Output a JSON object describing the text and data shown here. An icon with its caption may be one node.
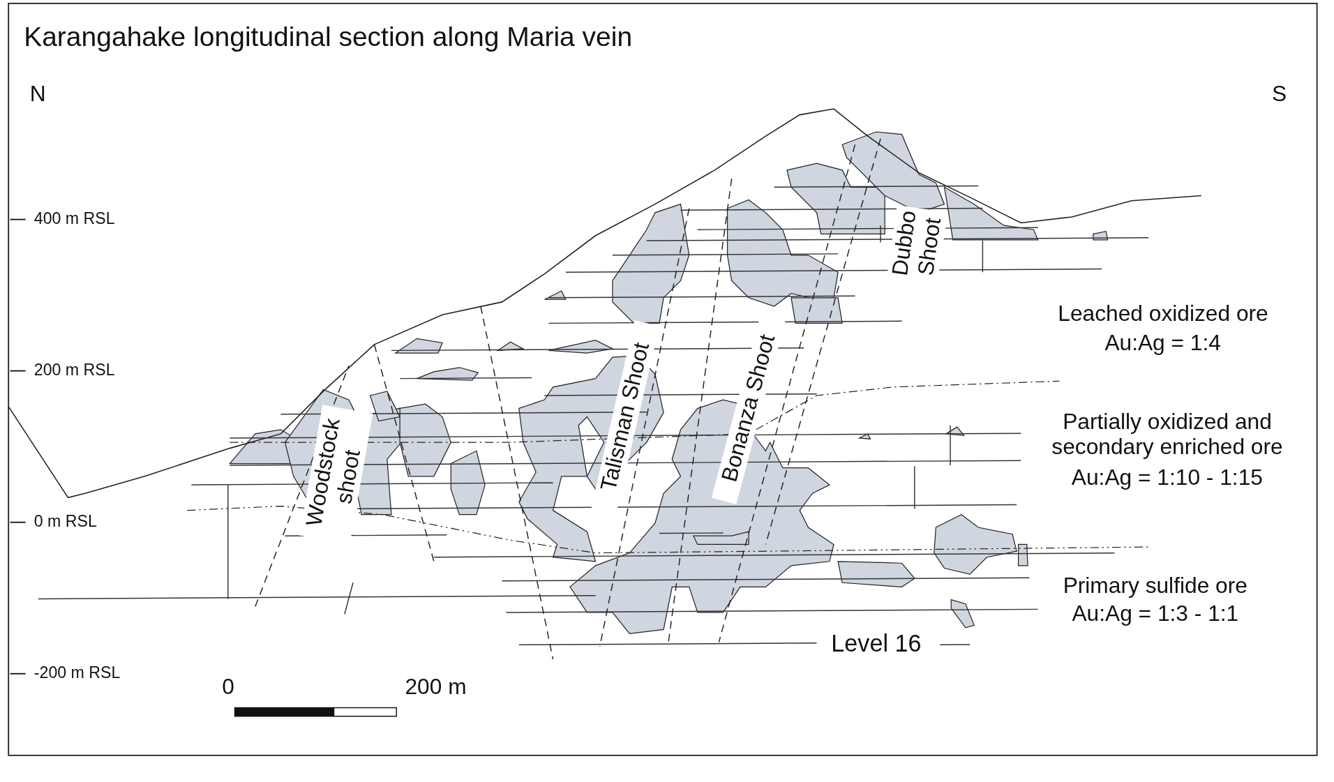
{
  "diagram": {
    "title": "Karangahake longitudinal section along Maria vein",
    "labels": [
      "N",
      "S",
      "400 m RSL",
      "200 m RSL",
      "0 m RSL",
      "-200 m RSL",
      "Woodstock shoot",
      "Talisman Shoot",
      "Bonanza Shoot",
      "Dubbo Shoot",
      "Leached oxidized ore",
      "Au:Ag = 1:4",
      "Partially oxidized and secondary enriched ore",
      "Au:Ag = 1:10 - 1:15",
      "Primary sulfide ore",
      "Au:Ag = 1:3 - 1:1",
      "Level 16",
      "0",
      "200 m"
    ]
  }
}
